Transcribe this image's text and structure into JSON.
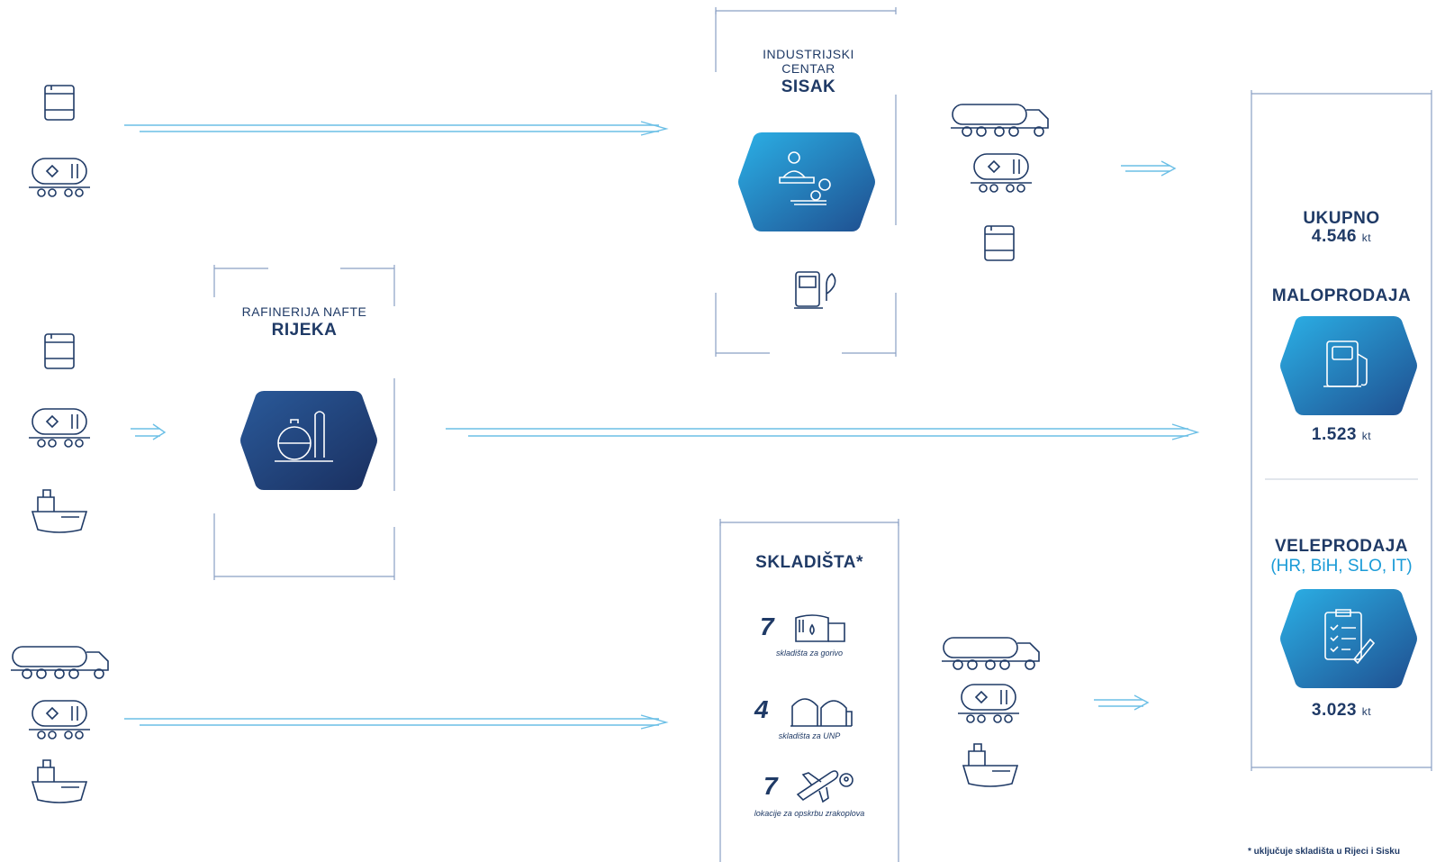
{
  "sisak": {
    "line1": "INDUSTRIJSKI",
    "line2": "CENTAR",
    "name": "SISAK"
  },
  "rijeka": {
    "line1": "RAFINERIJA NAFTE",
    "name": "RIJEKA"
  },
  "totals": {
    "total_label": "UKUPNO",
    "total_value": "4.546",
    "unit": "kt",
    "retail_label": "MALOPRODAJA",
    "retail_value": "1.523",
    "wholesale_label": "VELEPRODAJA",
    "wholesale_regions": "(HR, BiH, SLO, IT)",
    "wholesale_value": "3.023"
  },
  "storage": {
    "title": "SKLADIŠTA*",
    "items": [
      {
        "count": "7",
        "caption": "skladišta za gorivo",
        "icon": "fuel-tank-icon"
      },
      {
        "count": "4",
        "caption": "skladišta za UNP",
        "icon": "lpg-tanks-icon"
      },
      {
        "count": "7",
        "caption": "lokacije za opskrbu zrakoplova",
        "icon": "airplane-icon"
      }
    ]
  },
  "footnote": "* uključuje skladišta u Rijeci i Sisku",
  "colors": {
    "navy": "#1f3a66",
    "blue": "#1a9bd7",
    "frame": "#8aa0c4",
    "arrow": "#6bbfe6"
  },
  "icons": [
    "barrel-icon",
    "rail-tank-car-icon",
    "tanker-ship-icon",
    "tanker-truck-icon",
    "fuel-pump-icon",
    "refinery-icon",
    "industrial-worker-icon",
    "contract-clipboard-icon"
  ]
}
